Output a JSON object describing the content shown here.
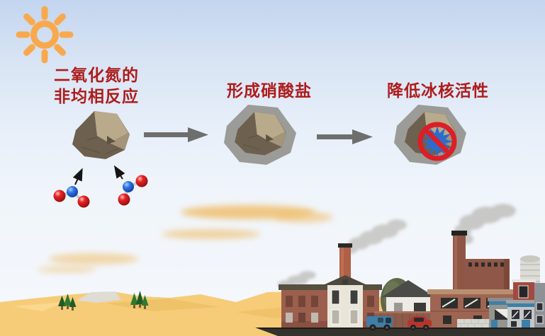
{
  "labels": {
    "step1_line1": "二氧化氮的",
    "step1_line2": "非均相反应",
    "step2": "形成硝酸盐",
    "step3": "降低冰核活性"
  },
  "icons": {
    "sun": "sun-icon",
    "dust_particle": "mineral-dust-rock",
    "no2_molecule": "NO2-ball-and-stick",
    "coated_particle": "rock-with-gray-nitrate-coating",
    "no_ice": "prohibition-circle-over-snowflake",
    "process_arrow": "thick-gray-right-arrow",
    "reaction_arrow": "thin-black-up-arrow",
    "factory": "industrial-plant-with-smokestacks",
    "desert": "sand-dunes-with-small-trees",
    "dust_cloud": "tan-dust-wisp"
  },
  "colors": {
    "label_red": "#AE1C1C",
    "sun_orange": "#F9A94D",
    "sky_top": "#C3D5EF",
    "sky_bottom": "#F5F8FC",
    "sand": "#F6CC79",
    "arrow_gray": "#6E6E6E",
    "nitrogen_blue": "#1E6FE0",
    "oxygen_red": "#DE1F1F",
    "coating_gray": "#9B9B97",
    "prohibition_red": "#DB1F26",
    "snowflake_blue": "#2E6CCB",
    "smoke_gray": "#C7C7C5"
  }
}
